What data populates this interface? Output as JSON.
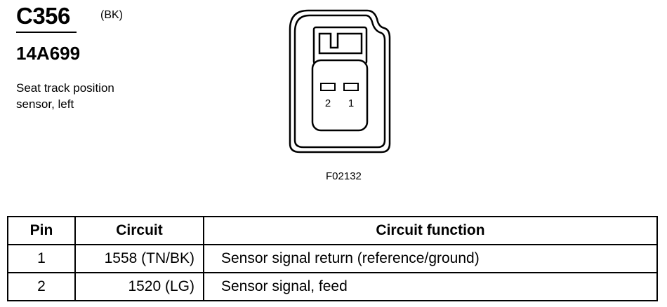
{
  "connector": {
    "id": "C356",
    "color": "(BK)",
    "part_number": "14A699",
    "description_lines": [
      "Seat track position",
      "sensor, left"
    ]
  },
  "figure": {
    "id": "F02132",
    "pin_labels": [
      "2",
      "1"
    ]
  },
  "table": {
    "headers": [
      "Pin",
      "Circuit",
      "Circuit function"
    ],
    "rows": [
      {
        "pin": "1",
        "circuit": "1558 (TN/BK)",
        "function": "Sensor signal return (reference/ground)"
      },
      {
        "pin": "2",
        "circuit": "1520 (LG)",
        "function": "Sensor signal, feed"
      }
    ]
  }
}
